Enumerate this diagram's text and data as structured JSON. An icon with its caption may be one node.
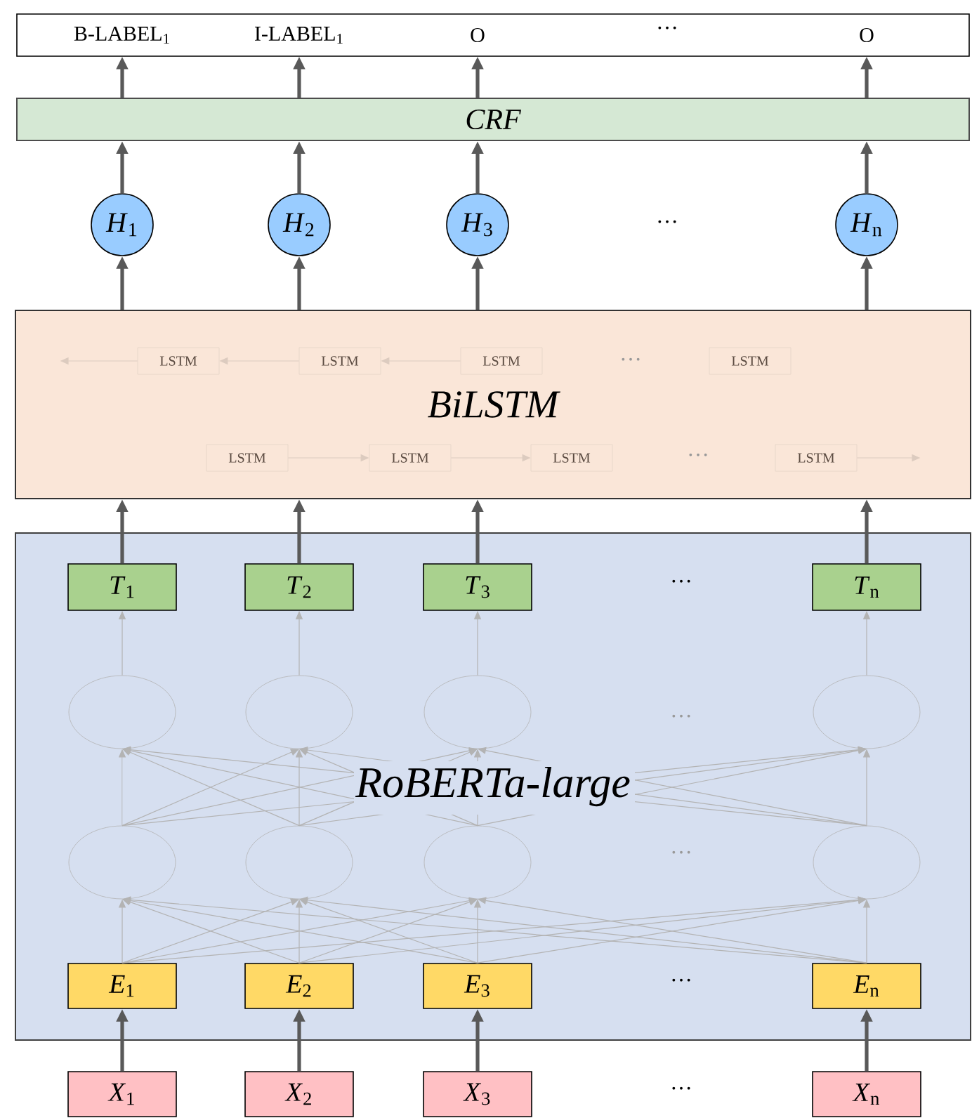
{
  "diagram": {
    "nodes": [
      {
        "text": [],
        "shape": "box"
      },
      {
        "text": [
          "B-LABEL$_{1}$"
        ],
        "in": 0
      },
      {
        "text": [
          "I-LABEL$_{1}$"
        ],
        "in": 0
      },
      {
        "text": [
          "O"
        ],
        "in": 0
      },
      {
        "text": [
          "O"
        ],
        "in": 0
      },
      {
        "text": [
          "CRF"
        ]
      },
      {
        "text": [
          "*H*$_{1}$"
        ]
      },
      {
        "text": [
          "*H*$_{2}$"
        ]
      },
      {
        "text": [
          "*H*$_{3}$"
        ]
      },
      {
        "text": [
          "*H*$_{n}$"
        ]
      },
      {
        "text": [
          "BiLSTM"
        ]
      },
      {
        "text": [
          "LSTM"
        ],
        "in": 10
      },
      {
        "text": [
          "LSTM"
        ],
        "in": 10
      },
      {
        "text": [
          "LSTM"
        ],
        "in": 10
      },
      {
        "text": [
          "LSTM"
        ],
        "in": 10
      },
      {
        "text": [
          "LSTM"
        ],
        "in": 10
      },
      {
        "text": [
          "LSTM"
        ],
        "in": 10
      },
      {
        "text": [
          "LSTM"
        ],
        "in": 10
      },
      {
        "text": [
          "LSTM"
        ],
        "in": 10
      },
      {
        "text": [
          "RoBERTa-large"
        ]
      },
      {
        "text": [
          "*T*$_{1}$"
        ],
        "in": 19
      },
      {
        "text": [
          "*T*$_{2}$"
        ],
        "in": 19
      },
      {
        "text": [
          "*T*$_{3}$"
        ],
        "in": 19
      },
      {
        "text": [
          "*T*$_{n}$"
        ],
        "in": 19
      },
      {
        "text": [],
        "shape": "ellipse",
        "in": 19
      },
      {
        "text": [],
        "shape": "ellipse",
        "in": 19
      },
      {
        "text": [],
        "shape": "ellipse",
        "in": 19
      },
      {
        "text": [],
        "shape": "ellipse",
        "in": 19
      },
      {
        "text": [],
        "shape": "ellipse",
        "in": 19
      },
      {
        "text": [],
        "shape": "ellipse",
        "in": 19
      },
      {
        "text": [],
        "shape": "ellipse",
        "in": 19
      },
      {
        "text": [],
        "shape": "ellipse",
        "in": 19
      },
      {
        "text": [
          "*E*$_{1}$"
        ],
        "in": 19
      },
      {
        "text": [
          "*E*$_{2}$"
        ],
        "in": 19
      },
      {
        "text": [
          "*E*$_{3}$"
        ],
        "in": 19
      },
      {
        "text": [
          "*E*$_{n}$"
        ],
        "in": 19
      },
      {
        "text": [
          "*X*$_{1}$"
        ]
      },
      {
        "text": [
          "*X*$_{2}$"
        ]
      },
      {
        "text": [
          "*X*$_{3}$"
        ]
      },
      {
        "text": [
          "*X*$_{n}$"
        ]
      }
    ],
    "edges": [
      {
        "from": 5,
        "to": 1,
        "arrow": "to",
        "style": "thick",
        "color": "#595959"
      },
      {
        "from": 5,
        "to": 2,
        "arrow": "to",
        "style": "thick",
        "color": "#595959"
      },
      {
        "from": 5,
        "to": 3,
        "arrow": "to",
        "style": "thick",
        "color": "#595959"
      },
      {
        "from": 5,
        "to": 4,
        "arrow": "to",
        "style": "thick",
        "color": "#595959"
      },
      {
        "from": 6,
        "to": 5,
        "arrow": "to",
        "style": "thick",
        "color": "#595959"
      },
      {
        "from": 7,
        "to": 5,
        "arrow": "to",
        "style": "thick",
        "color": "#595959"
      },
      {
        "from": 8,
        "to": 5,
        "arrow": "to",
        "style": "thick",
        "color": "#595959"
      },
      {
        "from": 9,
        "to": 5,
        "arrow": "to",
        "style": "thick",
        "color": "#595959"
      },
      {
        "from": 10,
        "to": 6,
        "arrow": "to",
        "style": "thick",
        "color": "#595959"
      },
      {
        "from": 10,
        "to": 7,
        "arrow": "to",
        "style": "thick",
        "color": "#595959"
      },
      {
        "from": 10,
        "to": 8,
        "arrow": "to",
        "style": "thick",
        "color": "#595959"
      },
      {
        "from": 10,
        "to": 9,
        "arrow": "to",
        "style": "thick",
        "color": "#595959"
      },
      {
        "from": 20,
        "to": 10,
        "arrow": "to",
        "style": "thick",
        "color": "#595959"
      },
      {
        "from": 21,
        "to": 10,
        "arrow": "to",
        "style": "thick",
        "color": "#595959"
      },
      {
        "from": 22,
        "to": 10,
        "arrow": "to",
        "style": "thick",
        "color": "#595959"
      },
      {
        "from": 23,
        "to": 10,
        "arrow": "to",
        "style": "thick",
        "color": "#595959"
      },
      {
        "from": 11,
        "to": null,
        "arrow": "to",
        "color": "#dccbbf"
      },
      {
        "from": 12,
        "to": 11,
        "arrow": "to",
        "color": "#dccbbf"
      },
      {
        "from": 13,
        "to": 12,
        "arrow": "to",
        "color": "#dccbbf"
      },
      {
        "from": 15,
        "to": 16,
        "arrow": "to",
        "color": "#dccbbf"
      },
      {
        "from": 16,
        "to": 17,
        "arrow": "to",
        "color": "#dccbbf"
      },
      {
        "from": 18,
        "to": null,
        "arrow": "to",
        "color": "#dccbbf"
      },
      {
        "from": 24,
        "to": 20,
        "arrow": "to"
      },
      {
        "from": 25,
        "to": 21,
        "arrow": "to"
      },
      {
        "from": 26,
        "to": 22,
        "arrow": "to"
      },
      {
        "from": 27,
        "to": 23,
        "arrow": "to"
      },
      {
        "from": 28,
        "to": 24,
        "arrow": "to"
      },
      {
        "from": 28,
        "to": 25,
        "arrow": "to"
      },
      {
        "from": 28,
        "to": 26,
        "arrow": "to"
      },
      {
        "from": 28,
        "to": 27,
        "arrow": "to"
      },
      {
        "from": 29,
        "to": 24,
        "arrow": "to"
      },
      {
        "from": 29,
        "to": 25,
        "arrow": "to"
      },
      {
        "from": 29,
        "to": 26,
        "arrow": "to"
      },
      {
        "from": 29,
        "to": 27,
        "arrow": "to"
      },
      {
        "from": 30,
        "to": 24,
        "arrow": "to"
      },
      {
        "from": 30,
        "to": 25,
        "arrow": "to"
      },
      {
        "from": 30,
        "to": 26,
        "arrow": "to"
      },
      {
        "from": 30,
        "to": 27,
        "arrow": "to"
      },
      {
        "from": 31,
        "to": 24,
        "arrow": "to"
      },
      {
        "from": 31,
        "to": 25,
        "arrow": "to"
      },
      {
        "from": 31,
        "to": 26,
        "arrow": "to"
      },
      {
        "from": 31,
        "to": 27,
        "arrow": "to"
      },
      {
        "from": 32,
        "to": 28,
        "arrow": "to"
      },
      {
        "from": 32,
        "to": 29,
        "arrow": "to"
      },
      {
        "from": 32,
        "to": 30,
        "arrow": "to"
      },
      {
        "from": 32,
        "to": 31,
        "arrow": "to"
      },
      {
        "from": 33,
        "to": 28,
        "arrow": "to"
      },
      {
        "from": 33,
        "to": 29,
        "arrow": "to"
      },
      {
        "from": 33,
        "to": 30,
        "arrow": "to"
      },
      {
        "from": 33,
        "to": 31,
        "arrow": "to"
      },
      {
        "from": 34,
        "to": 28,
        "arrow": "to"
      },
      {
        "from": 34,
        "to": 29,
        "arrow": "to"
      },
      {
        "from": 34,
        "to": 30,
        "arrow": "to"
      },
      {
        "from": 34,
        "to": 31,
        "arrow": "to"
      },
      {
        "from": 35,
        "to": 28,
        "arrow": "to"
      },
      {
        "from": 35,
        "to": 29,
        "arrow": "to"
      },
      {
        "from": 35,
        "to": 30,
        "arrow": "to"
      },
      {
        "from": 35,
        "to": 31,
        "arrow": "to"
      },
      {
        "from": 36,
        "to": 32,
        "arrow": "to",
        "style": "thick",
        "color": "#595959"
      },
      {
        "from": 37,
        "to": 33,
        "arrow": "to",
        "style": "thick",
        "color": "#595959"
      },
      {
        "from": 38,
        "to": 34,
        "arrow": "to",
        "style": "thick",
        "color": "#595959"
      },
      {
        "from": 39,
        "to": 35,
        "arrow": "to",
        "style": "thick",
        "color": "#595959"
      }
    ],
    "labels": [
      "···",
      "···",
      "···",
      "···",
      "···",
      "···",
      "···",
      "···",
      "···"
    ]
  }
}
